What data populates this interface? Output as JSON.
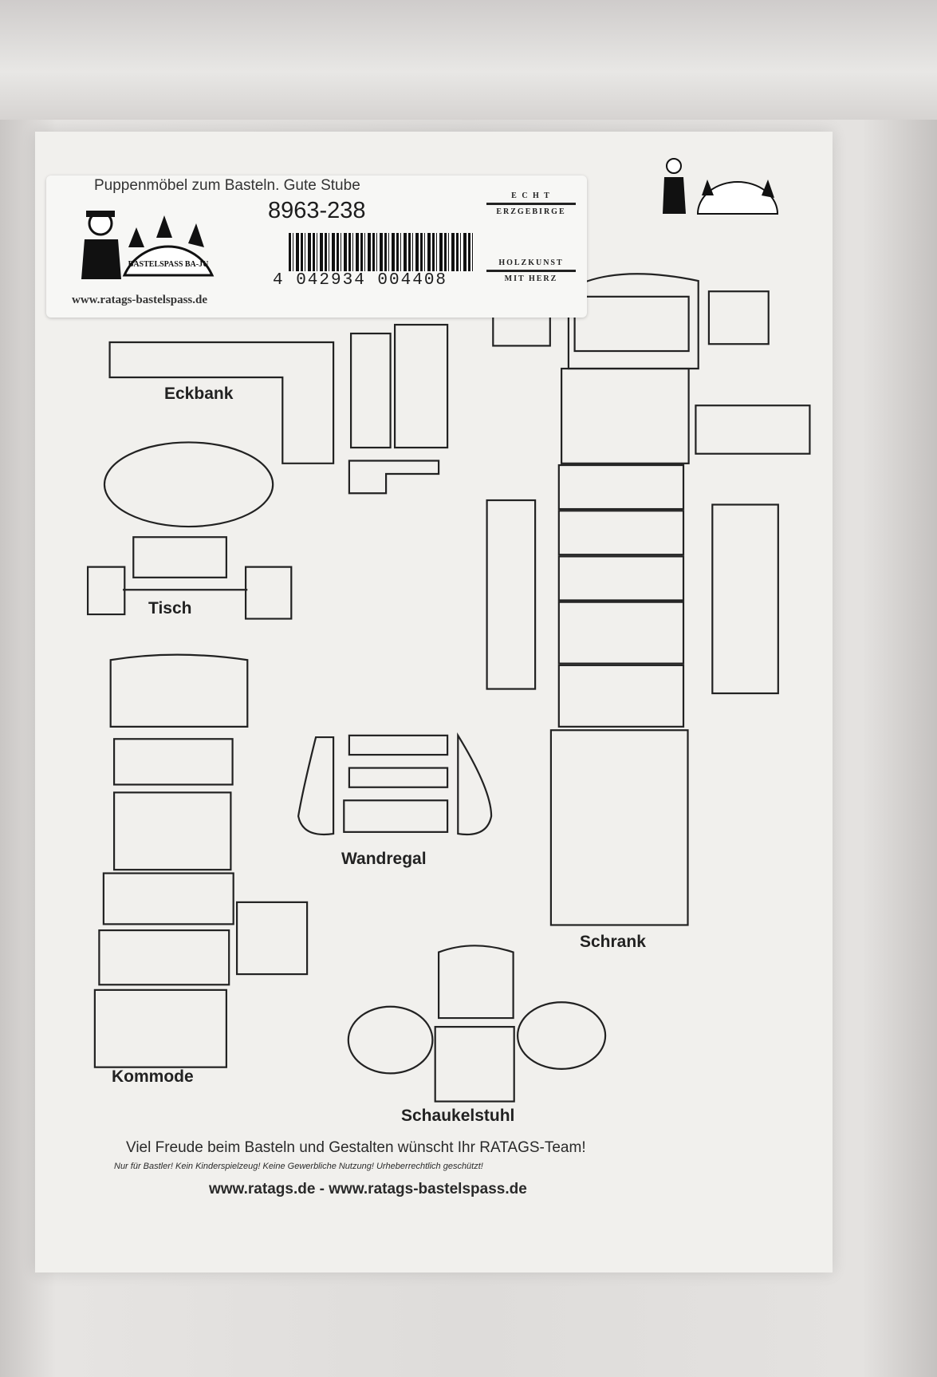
{
  "label": {
    "product_name": "Puppenmöbel zum Basteln. Gute Stube",
    "article_number": "8963-238",
    "ean": "4 042934 004408",
    "brand_url": "www.ratags-bastelspass.de",
    "brand_logo_text": "BASTELSPASS BA-JU",
    "quality_seal": [
      "E C H T",
      "ERZGEBIRGE",
      "HOLZKUNST",
      "MIT HERZ"
    ]
  },
  "parts": {
    "eckbank": "Eckbank",
    "tisch": "Tisch",
    "wandregal": "Wandregal",
    "schrank": "Schrank",
    "kommode": "Kommode",
    "schaukelstuhl": "Schaukelstuhl"
  },
  "footer": {
    "greeting": "Viel Freude beim Basteln und Gestalten wünscht Ihr RATAGS-Team!",
    "disclaimer": "Nur für Bastler! Kein Kinderspielzeug! Keine Gewerbliche Nutzung! Urheberrechtlich geschützt!",
    "urls": "www.ratags.de - www.ratags-bastelspass.de"
  }
}
